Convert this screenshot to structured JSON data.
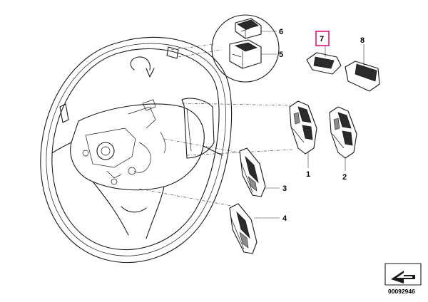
{
  "diagram": {
    "callouts": [
      {
        "id": "1",
        "label": "1"
      },
      {
        "id": "2",
        "label": "2"
      },
      {
        "id": "3",
        "label": "3"
      },
      {
        "id": "4",
        "label": "4"
      },
      {
        "id": "5",
        "label": "5"
      },
      {
        "id": "6",
        "label": "6"
      },
      {
        "id": "7",
        "label": "7",
        "highlighted": true
      },
      {
        "id": "8",
        "label": "8"
      }
    ],
    "drawing_number": "00092946",
    "highlight_color": "#e0147a",
    "icons": [
      "steering-wheel-icon",
      "multifunction-switch-icon",
      "page-corner-arrow-icon"
    ]
  }
}
